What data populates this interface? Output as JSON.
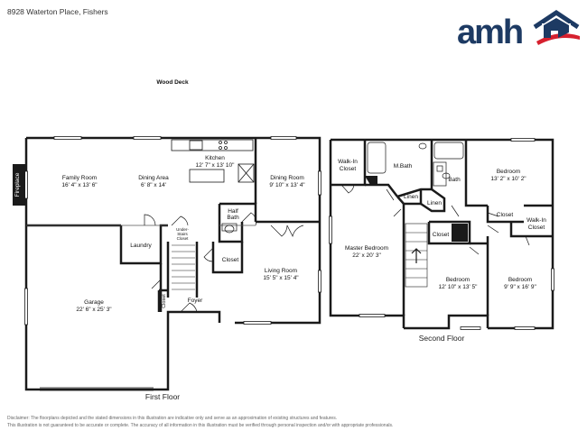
{
  "address": "8928 Waterton Place, Fishers",
  "logo": {
    "text": "amh",
    "colors": {
      "navy": "#1d3a63",
      "red": "#d6202e"
    }
  },
  "first_floor": {
    "caption": "First Floor",
    "wood_deck": "Wood Deck",
    "fireplace": "Fireplace",
    "family_room": {
      "name": "Family Room",
      "dims": "16' 4\" x 13' 6\""
    },
    "dining_area": {
      "name": "Dining Area",
      "dims": "6' 8\" x 14'"
    },
    "kitchen": {
      "name": "Kitchen",
      "dims": "12' 7\" x 13' 10\""
    },
    "dining_room": {
      "name": "Dining Room",
      "dims": "9' 10\" x 13' 4\""
    },
    "half_bath": {
      "line1": "Half",
      "line2": "Bath"
    },
    "laundry": "Laundry",
    "under_stairs": {
      "line1": "Under-",
      "line2": "Stairs",
      "line3": "Closet"
    },
    "closet": "Closet",
    "living_room": {
      "name": "Living Room",
      "dims": "15' 5\" x 15' 4\""
    },
    "garage": {
      "name": "Garage",
      "dims": "22' 6\" x 25' 3\""
    },
    "foyer": "Foyer",
    "closet_small": "Closet"
  },
  "second_floor": {
    "caption": "Second Floor",
    "walk_in_closet_1": {
      "line1": "Walk-In",
      "line2": "Closet"
    },
    "m_bath": "M.Bath",
    "bath": "Bath",
    "linen_1": "Linen",
    "linen_2": "Linen",
    "bedroom_top": {
      "name": "Bedroom",
      "dims": "13' 2\" x 10' 2\""
    },
    "closet_right": "Closet",
    "walk_in_closet_2": {
      "line1": "Walk-In",
      "line2": "Closet"
    },
    "master_bedroom": {
      "name": "Master Bedroom",
      "dims": "22' x 20' 3\""
    },
    "closet_mid": "Closet",
    "bedroom_mid": {
      "name": "Bedroom",
      "dims": "12' 10\" x 13' 5\""
    },
    "bedroom_right": {
      "name": "Bedroom",
      "dims": "9' 9\" x 16' 9\""
    }
  },
  "disclaimer": {
    "line1": "Disclaimer: The floorplans depicted and the stated dimensions in this illustration are indicative only and serve as an approximation of existing structures and features.",
    "line2": "This illustration is not guaranteed to be accurate or complete. The accuracy of all information in this illustration must be verified through personal inspection and/or with appropriate professionals."
  }
}
